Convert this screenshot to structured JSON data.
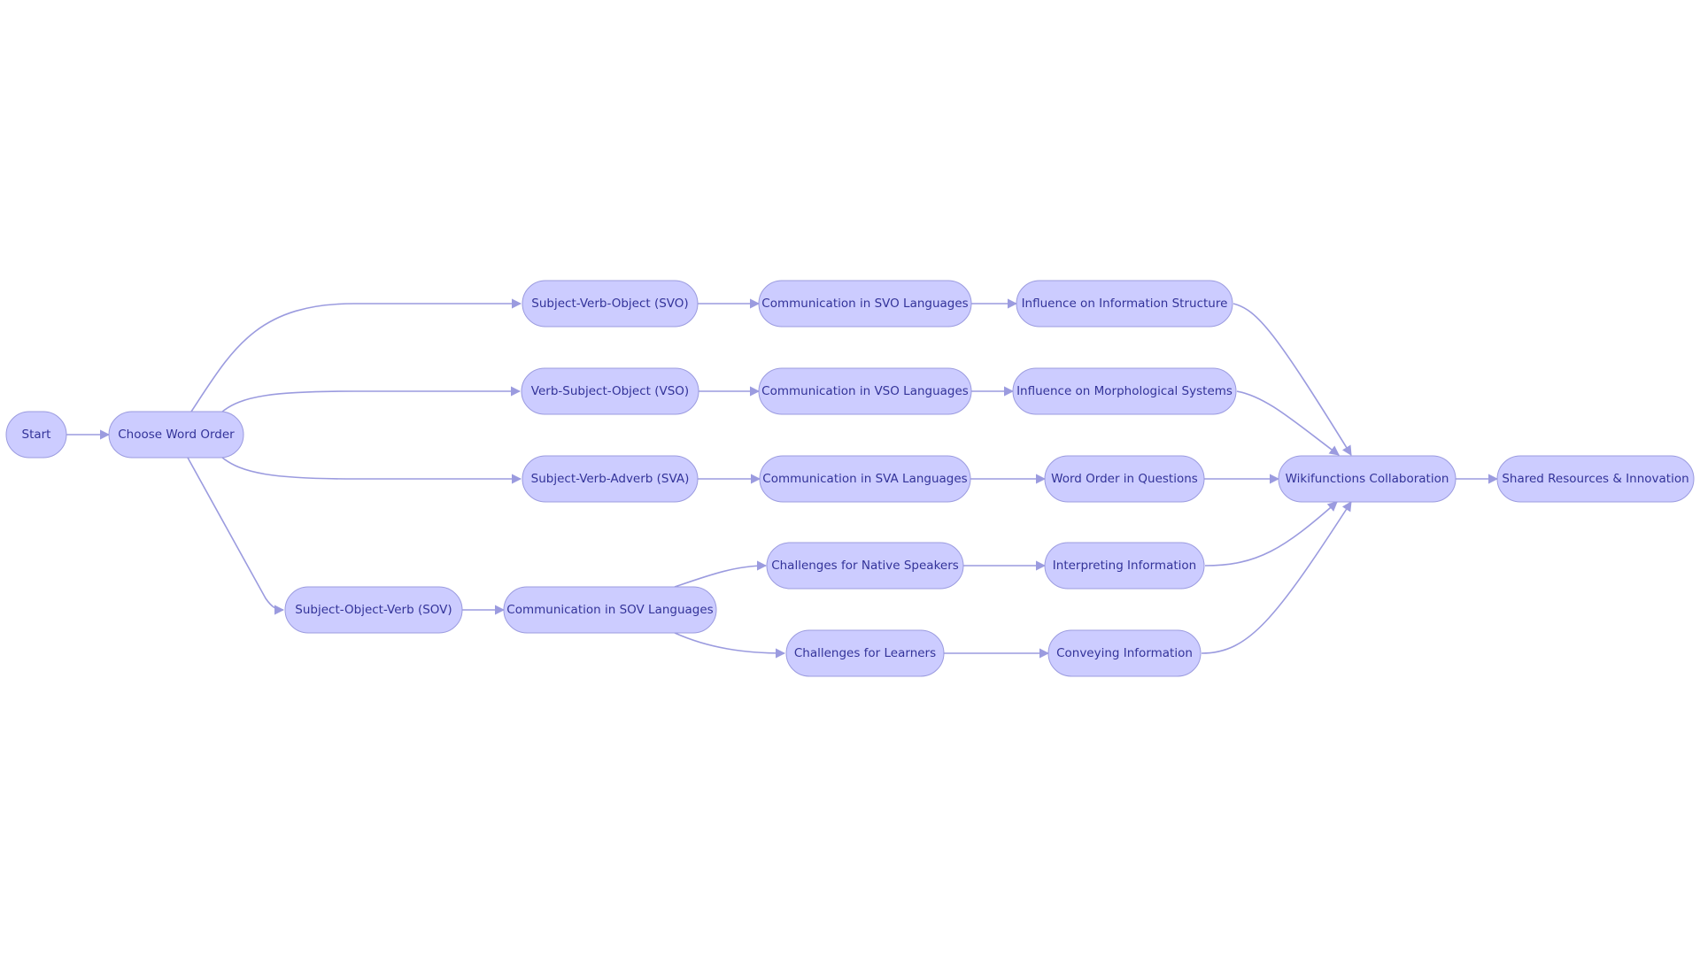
{
  "diagram": {
    "type": "flowchart",
    "colors": {
      "node_fill": "#ccccff",
      "node_stroke": "#9b9bdf",
      "edge": "#9b9bdf",
      "text": "#333399"
    },
    "nodes": [
      {
        "id": "start",
        "label": "Start"
      },
      {
        "id": "choose",
        "label": "Choose Word Order"
      },
      {
        "id": "svo",
        "label": "Subject-Verb-Object (SVO)"
      },
      {
        "id": "vso",
        "label": "Verb-Subject-Object (VSO)"
      },
      {
        "id": "sva",
        "label": "Subject-Verb-Adverb (SVA)"
      },
      {
        "id": "sov",
        "label": "Subject-Object-Verb (SOV)"
      },
      {
        "id": "comm_svo",
        "label": "Communication in SVO Languages"
      },
      {
        "id": "comm_vso",
        "label": "Communication in VSO Languages"
      },
      {
        "id": "comm_sva",
        "label": "Communication in SVA Languages"
      },
      {
        "id": "comm_sov",
        "label": "Communication in SOV Languages"
      },
      {
        "id": "infl_info",
        "label": "Influence on Information Structure"
      },
      {
        "id": "infl_morph",
        "label": "Influence on Morphological Systems"
      },
      {
        "id": "word_order_q",
        "label": "Word Order in Questions"
      },
      {
        "id": "chal_native",
        "label": "Challenges for Native Speakers"
      },
      {
        "id": "chal_learn",
        "label": "Challenges for Learners"
      },
      {
        "id": "interp",
        "label": "Interpreting Information"
      },
      {
        "id": "convey",
        "label": "Conveying Information"
      },
      {
        "id": "wiki",
        "label": "Wikifunctions Collaboration"
      },
      {
        "id": "shared",
        "label": "Shared Resources & Innovation"
      }
    ],
    "edges": [
      [
        "start",
        "choose"
      ],
      [
        "choose",
        "svo"
      ],
      [
        "choose",
        "vso"
      ],
      [
        "choose",
        "sva"
      ],
      [
        "choose",
        "sov"
      ],
      [
        "svo",
        "comm_svo"
      ],
      [
        "vso",
        "comm_vso"
      ],
      [
        "sva",
        "comm_sva"
      ],
      [
        "sov",
        "comm_sov"
      ],
      [
        "comm_svo",
        "infl_info"
      ],
      [
        "comm_vso",
        "infl_morph"
      ],
      [
        "comm_sva",
        "word_order_q"
      ],
      [
        "comm_sov",
        "chal_native"
      ],
      [
        "comm_sov",
        "chal_learn"
      ],
      [
        "chal_native",
        "interp"
      ],
      [
        "chal_learn",
        "convey"
      ],
      [
        "infl_info",
        "wiki"
      ],
      [
        "infl_morph",
        "wiki"
      ],
      [
        "word_order_q",
        "wiki"
      ],
      [
        "interp",
        "wiki"
      ],
      [
        "convey",
        "wiki"
      ],
      [
        "wiki",
        "shared"
      ]
    ]
  }
}
